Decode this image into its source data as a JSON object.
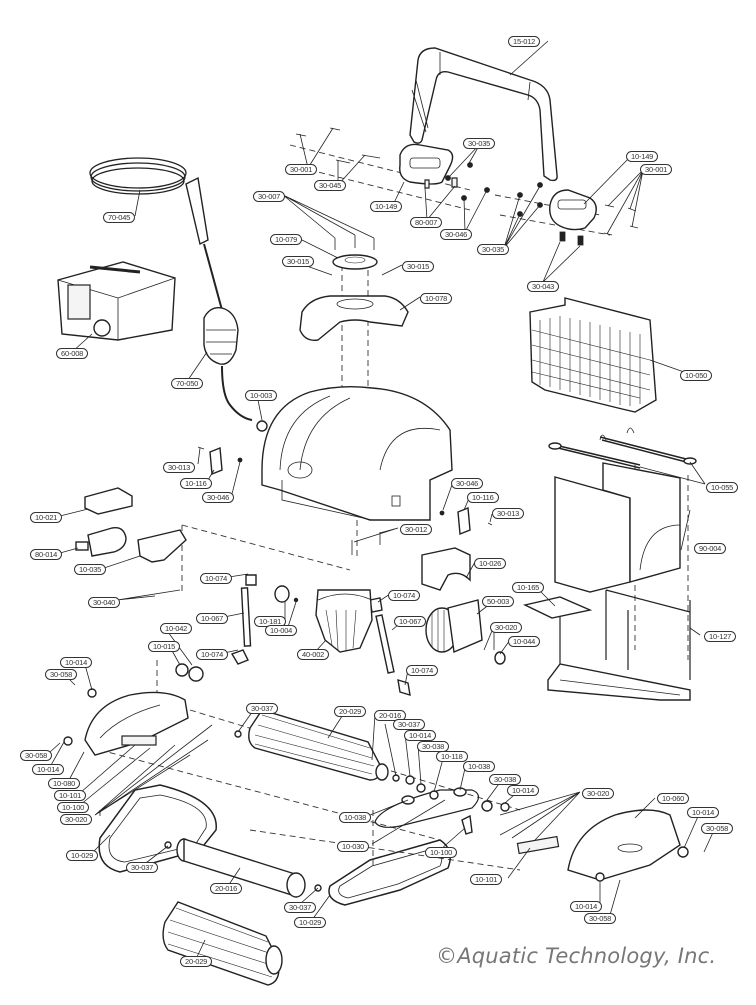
{
  "diagram": {
    "title": "Robotic Pool Cleaner Exploded Parts Diagram",
    "copyright": "©Aquatic Technology, Inc."
  },
  "parts": {
    "handle": "15-012",
    "handle_screws": "30-001",
    "handle_pins": "30-045",
    "handle_mount_left": "10-149",
    "handle_caps_left": "30-035",
    "handle_clips": "80-007",
    "handle_nuts": "30-046",
    "handle_caps_right": "30-035",
    "handle_mount_right": "10-149",
    "handle_screws_right": "30-001",
    "handle_springs": "30-043",
    "swivel_cable": "70-045",
    "top_screws": "30-007",
    "swivel_cap": "10-079",
    "swivel_screws_left": "30-015",
    "swivel_screws_right": "30-015",
    "top_cover": "10-078",
    "power_supply": "60-008",
    "cable_float": "70-050",
    "cable_grommet": "10-003",
    "side_screw_left": "30-013",
    "side_bracket_left": "10-116",
    "side_nut_left": "30-046",
    "filter_basket": "10-050",
    "canister_clips": "10-055",
    "side_nut_right": "30-046",
    "side_bracket_right": "10-116",
    "side_screw_right": "30-013",
    "chassis_screws": "30-012",
    "foam_block": "10-021",
    "gyro": "80-014",
    "gyro_bracket": "10-035",
    "bracket_screws": "30-040",
    "hose_elbow_a": "10-074",
    "hose_a": "10-067",
    "hose_elbow_b": "10-074",
    "impeller_nut": "10-181",
    "impeller_oring": "10-004",
    "pump_motor": "40-002",
    "hose_elbow_c": "10-074",
    "hose_b": "10-067",
    "hose_elbow_d": "10-074",
    "float_block": "10-026",
    "drive_motor": "50-003",
    "motor_screws": "30-020",
    "motor_bushing": "10-044",
    "filter_canister": "90-004",
    "weight": "10-165",
    "filter_frame": "10-127",
    "pulley_bushing": "10-042",
    "bearing_a": "10-015",
    "bearing_left_top": "10-014",
    "clip_left_top": "30-058",
    "clip_left": "30-058",
    "bearing_left": "10-014",
    "side_plate_left": "10-080",
    "gear_cover_left": "10-101",
    "gear_plate_left": "10-100",
    "side_screws_left": "30-020",
    "washer_brush": "30-037",
    "brush_roller_top": "20-029",
    "roller_shaft_top": "20-016",
    "washer_top": "30-037",
    "bearing_top": "10-014",
    "washer_gear": "30-038",
    "pulley": "10-118",
    "pulley_idler_right": "10-038",
    "pulley_idler_left": "10-038",
    "drive_belt": "10-030",
    "elbow_right": "10-100",
    "washer_right": "30-038",
    "bearing_right": "10-014",
    "side_screws_right": "30-020",
    "side_plate_right": "10-060",
    "bearing_right_b": "10-014",
    "clip_right": "30-058",
    "gear_cover_right": "10-101",
    "bearing_right_low": "10-014",
    "clip_right_low": "30-058",
    "track_left": "10-029",
    "washer_left_low": "30-037",
    "roller_shaft_low": "20-016",
    "washer_right_low": "30-037",
    "track_right": "10-029",
    "brush_roller_low": "20-029"
  }
}
